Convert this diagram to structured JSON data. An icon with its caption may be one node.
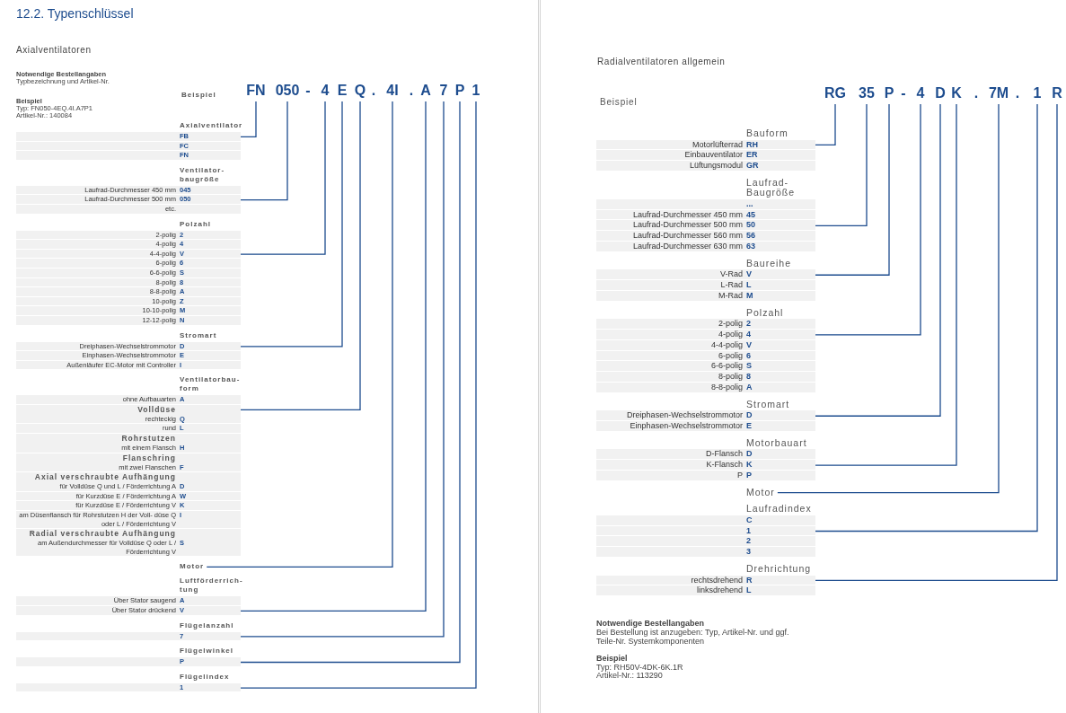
{
  "diagram": {
    "title": "12.2. Typenschlüssel",
    "nodes": [
      {
        "text": [
          "Axialventilatoren"
        ]
      },
      {
        "text": [
          "FN"
        ],
        "in": 0
      },
      {
        "text": [
          "050"
        ],
        "in": 0
      },
      {
        "text": [
          "4"
        ],
        "in": 0
      },
      {
        "text": [
          "E"
        ],
        "in": 0
      },
      {
        "text": [
          "Q"
        ],
        "in": 0
      },
      {
        "text": [
          "4I"
        ],
        "in": 0
      },
      {
        "text": [
          "A"
        ],
        "in": 0
      },
      {
        "text": [
          "7"
        ],
        "in": 0
      },
      {
        "text": [
          "P"
        ],
        "in": 0
      },
      {
        "text": [
          "1"
        ],
        "in": 0
      },
      {
        "text": [
          "Axialventilator"
        ],
        "in": 0
      },
      {
        "text": [
          "FB"
        ],
        "in": 11
      },
      {
        "text": [
          "FC"
        ],
        "in": 11
      },
      {
        "text": [
          "FN"
        ],
        "in": 11
      },
      {
        "text": [
          "Ventilator- baugröße"
        ],
        "in": 0
      },
      {
        "text": [
          "Laufrad-Durchmesser 450 mm",
          "045"
        ],
        "in": 15
      },
      {
        "text": [
          "Laufrad-Durchmesser 500 mm",
          "050"
        ],
        "in": 15
      },
      {
        "text": [
          "etc."
        ],
        "in": 15
      },
      {
        "text": [
          "Polzahl"
        ],
        "in": 0
      },
      {
        "text": [
          "2-polig",
          "2"
        ],
        "in": 19
      },
      {
        "text": [
          "4-polig",
          "4"
        ],
        "in": 19
      },
      {
        "text": [
          "4-4-polig",
          "V"
        ],
        "in": 19
      },
      {
        "text": [
          "6-polig",
          "6"
        ],
        "in": 19
      },
      {
        "text": [
          "6-6-polig",
          "S"
        ],
        "in": 19
      },
      {
        "text": [
          "8-polig",
          "8"
        ],
        "in": 19
      },
      {
        "text": [
          "8-8-polig",
          "A"
        ],
        "in": 19
      },
      {
        "text": [
          "10-polig",
          "Z"
        ],
        "in": 19
      },
      {
        "text": [
          "10-10-polig",
          "M"
        ],
        "in": 19
      },
      {
        "text": [
          "12-12-polig",
          "N"
        ],
        "in": 19
      },
      {
        "text": [
          "Stromart"
        ],
        "in": 0
      },
      {
        "text": [
          "Dreiphasen-Wechselstrommotor",
          "D"
        ],
        "in": 30
      },
      {
        "text": [
          "Einphasen-Wechselstrommotor",
          "E"
        ],
        "in": 30
      },
      {
        "text": [
          "Außenläufer EC-Motor mit Controller",
          "I"
        ],
        "in": 30
      },
      {
        "text": [
          "Ventilatorbau- form"
        ],
        "in": 0
      },
      {
        "text": [
          "ohne Aufbauarten",
          "A"
        ],
        "in": 34
      },
      {
        "text": [
          "Volldüse"
        ],
        "in": 34
      },
      {
        "text": [
          "rechteckig",
          "Q"
        ],
        "in": 36
      },
      {
        "text": [
          "rund",
          "L"
        ],
        "in": 36
      },
      {
        "text": [
          "Rohrstutzen"
        ],
        "in": 34
      },
      {
        "text": [
          "mit einem Flansch",
          "H"
        ],
        "in": 39
      },
      {
        "text": [
          "Flanschring"
        ],
        "in": 34
      },
      {
        "text": [
          "mit zwei Flanschen",
          "F"
        ],
        "in": 41
      },
      {
        "text": [
          "Axial verschraubte Aufhängung"
        ],
        "in": 34
      },
      {
        "text": [
          "für Volldüse Q und L / Förderrichtung A",
          "D"
        ],
        "in": 43
      },
      {
        "text": [
          "für Kurzdüse E / Förderrichtung A",
          "W"
        ],
        "in": 43
      },
      {
        "text": [
          "für Kurzdüse E / Förderrichtung V",
          "K"
        ],
        "in": 43
      },
      {
        "text": [
          "am Düsenflansch für Rohrstutzen H der Voll- düse Q oder L / Förderrichtung V",
          "I"
        ],
        "in": 43
      },
      {
        "text": [
          "Radial verschraubte Aufhängung"
        ],
        "in": 34
      },
      {
        "text": [
          "am Außendurchmesser für Volldüse Q oder L / Förderrichtung V",
          "S"
        ],
        "in": 48
      },
      {
        "text": [
          "Motor"
        ],
        "in": 0
      },
      {
        "text": [
          "Luftförderrich- tung"
        ],
        "in": 0
      },
      {
        "text": [
          "Über Stator saugend",
          "A"
        ],
        "in": 51
      },
      {
        "text": [
          "Über Stator drückend",
          "V"
        ],
        "in": 51
      },
      {
        "text": [
          "Flügelanzahl"
        ],
        "in": 0
      },
      {
        "text": [
          "7"
        ],
        "in": 54
      },
      {
        "text": [
          "Flügelwinkel"
        ],
        "in": 0
      },
      {
        "text": [
          "P"
        ],
        "in": 56
      },
      {
        "text": [
          "Flügelindex"
        ],
        "in": 0
      },
      {
        "text": [
          "1"
        ],
        "in": 58
      },
      {
        "text": [
          "Radialventilatoren allgemein"
        ]
      },
      {
        "text": [
          "RG"
        ],
        "in": 60
      },
      {
        "text": [
          "35"
        ],
        "in": 60
      },
      {
        "text": [
          "P"
        ],
        "in": 60
      },
      {
        "text": [
          "4"
        ],
        "in": 60
      },
      {
        "text": [
          "D"
        ],
        "in": 60
      },
      {
        "text": [
          "K"
        ],
        "in": 60
      },
      {
        "text": [
          "7M"
        ],
        "in": 60
      },
      {
        "text": [
          "1"
        ],
        "in": 60
      },
      {
        "text": [
          "R"
        ],
        "in": 60
      },
      {
        "text": [
          "Bauform"
        ],
        "in": 60
      },
      {
        "text": [
          "Motorlüfterrad",
          "RH"
        ],
        "in": 70
      },
      {
        "text": [
          "Einbauventilator",
          "ER"
        ],
        "in": 70
      },
      {
        "text": [
          "Lüftungsmodul",
          "GR"
        ],
        "in": 70
      },
      {
        "text": [
          "Laufrad- Baugröße"
        ],
        "in": 60
      },
      {
        "text": [
          "..."
        ],
        "in": 74
      },
      {
        "text": [
          "Laufrad-Durchmesser 450 mm",
          "45"
        ],
        "in": 74
      },
      {
        "text": [
          "Laufrad-Durchmesser 500 mm",
          "50"
        ],
        "in": 74
      },
      {
        "text": [
          "Laufrad-Durchmesser 560 mm",
          "56"
        ],
        "in": 74
      },
      {
        "text": [
          "Laufrad-Durchmesser 630 mm",
          "63"
        ],
        "in": 74
      },
      {
        "text": [
          "Baureihe"
        ],
        "in": 60
      },
      {
        "text": [
          "V-Rad",
          "V"
        ],
        "in": 80
      },
      {
        "text": [
          "L-Rad",
          "L"
        ],
        "in": 80
      },
      {
        "text": [
          "M-Rad",
          "M"
        ],
        "in": 80
      },
      {
        "text": [
          "Polzahl"
        ],
        "in": 60
      },
      {
        "text": [
          "2-polig",
          "2"
        ],
        "in": 84
      },
      {
        "text": [
          "4-polig",
          "4"
        ],
        "in": 84
      },
      {
        "text": [
          "4-4-polig",
          "V"
        ],
        "in": 84
      },
      {
        "text": [
          "6-polig",
          "6"
        ],
        "in": 84
      },
      {
        "text": [
          "6-6-polig",
          "S"
        ],
        "in": 84
      },
      {
        "text": [
          "8-polig",
          "8"
        ],
        "in": 84
      },
      {
        "text": [
          "8-8-polig",
          "A"
        ],
        "in": 84
      },
      {
        "text": [
          "Stromart"
        ],
        "in": 60
      },
      {
        "text": [
          "Dreiphasen-Wechselstrommotor",
          "D"
        ],
        "in": 92
      },
      {
        "text": [
          "Einphasen-Wechselstrommotor",
          "E"
        ],
        "in": 92
      },
      {
        "text": [
          "Motorbauart"
        ],
        "in": 60
      },
      {
        "text": [
          "D-Flansch",
          "D"
        ],
        "in": 95
      },
      {
        "text": [
          "K-Flansch",
          "K"
        ],
        "in": 95
      },
      {
        "text": [
          "P",
          "P"
        ],
        "in": 95
      },
      {
        "text": [
          "Motor"
        ],
        "in": 60
      },
      {
        "text": [
          "Laufradindex"
        ],
        "in": 60
      },
      {
        "text": [
          "C"
        ],
        "in": 100
      },
      {
        "text": [
          "1"
        ],
        "in": 100
      },
      {
        "text": [
          "2"
        ],
        "in": 100
      },
      {
        "text": [
          "3"
        ],
        "in": 100
      },
      {
        "text": [
          "Drehrichtung"
        ],
        "in": 60
      },
      {
        "text": [
          "rechtsdrehend",
          "R"
        ],
        "in": 105
      },
      {
        "text": [
          "linksdrehend",
          "L"
        ],
        "in": 105
      }
    ],
    "edges": [
      {
        "from": 1,
        "to": 12,
        "arrow": "none"
      },
      {
        "from": 2,
        "to": 17,
        "arrow": "none"
      },
      {
        "from": 3,
        "to": 22,
        "arrow": "none"
      },
      {
        "from": 4,
        "to": 31,
        "arrow": "none"
      },
      {
        "from": 5,
        "to": 36,
        "arrow": "none"
      },
      {
        "from": 6,
        "to": 50,
        "arrow": "none"
      },
      {
        "from": 7,
        "to": 53,
        "arrow": "none"
      },
      {
        "from": 8,
        "to": 55,
        "arrow": "none"
      },
      {
        "from": 9,
        "to": 57,
        "arrow": "none"
      },
      {
        "from": 10,
        "to": 59,
        "arrow": "none"
      },
      {
        "from": 61,
        "to": 71,
        "arrow": "none"
      },
      {
        "from": 62,
        "to": 77,
        "arrow": "none"
      },
      {
        "from": 63,
        "to": 81,
        "arrow": "none"
      },
      {
        "from": 64,
        "to": 86,
        "arrow": "none"
      },
      {
        "from": 65,
        "to": 93,
        "arrow": "none"
      },
      {
        "from": 66,
        "to": 97,
        "arrow": "none"
      },
      {
        "from": 67,
        "to": 99,
        "arrow": "none"
      },
      {
        "from": 68,
        "to": 102,
        "arrow": "none"
      },
      {
        "from": 69,
        "to": 106,
        "arrow": "none"
      }
    ],
    "labels": [
      "Notwendige Bestellangaben",
      "Typbezeichnung und Artikel-Nr.",
      "Beispiel",
      "Typ: FN050-4EQ.4I.A7P1",
      "Artikel-Nr.: 140084",
      "Beispiel",
      "-",
      ".",
      ".",
      "Beispiel",
      "-",
      ".",
      ".",
      "Notwendige Bestellangaben",
      "Bei Bestellung ist anzugeben: Typ, Artikel-Nr. und ggf. Teile-Nr. Systemkomponenten",
      "Beispiel",
      "Typ: RH50V-4DK-6K.1R",
      "Artikel-Nr.: 113290"
    ]
  }
}
